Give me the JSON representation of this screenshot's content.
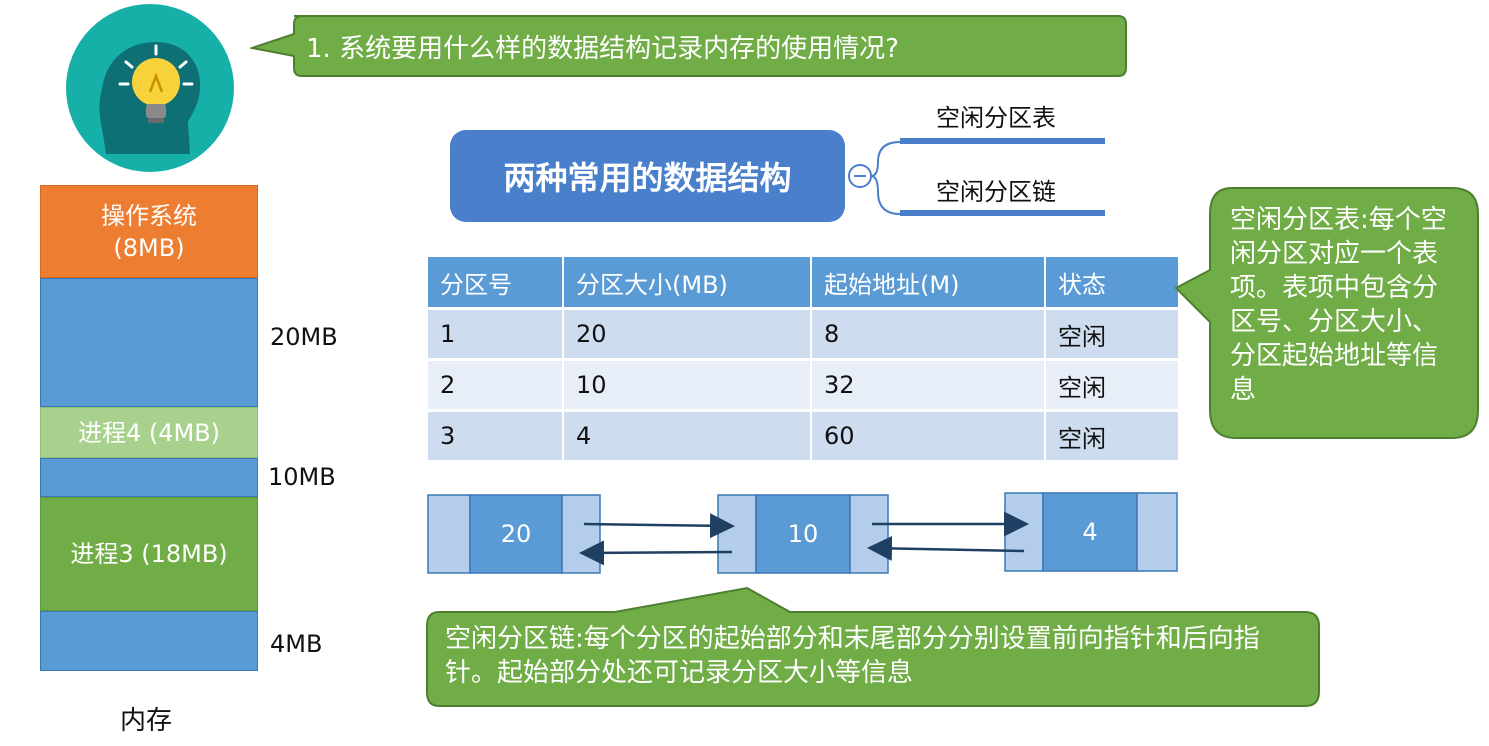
{
  "question": "1. 系统要用什么样的数据结构记录内存的使用情况?",
  "memory": {
    "title": "内存",
    "os_block": "操作系统\n(8MB)",
    "process4": "进程4 (4MB)",
    "process3": "进程3 (18MB)",
    "free_sizes": [
      "20MB",
      "10MB",
      "4MB"
    ]
  },
  "mindmap": {
    "root": "两种常用的数据结构",
    "branches": [
      "空闲分区表",
      "空闲分区链"
    ]
  },
  "table": {
    "headers": [
      "分区号",
      "分区大小(MB)",
      "起始地址(M)",
      "状态"
    ],
    "rows": [
      [
        "1",
        "20",
        "8",
        "空闲"
      ],
      [
        "2",
        "10",
        "32",
        "空闲"
      ],
      [
        "3",
        "4",
        "60",
        "空闲"
      ]
    ]
  },
  "linked_list": {
    "nodes": [
      "20",
      "10",
      "4"
    ]
  },
  "callouts": {
    "table_note": "空闲分区表:每个空闲分区对应一个表项。表项中包含分区号、分区大小、分区起始地址等信息",
    "chain_note": "空闲分区链:每个分区的起始部分和末尾部分分别设置前向指针和后向指针。起始部分处还可记录分区大小等信息"
  },
  "colors": {
    "blue": "#5b9bd5",
    "green": "#70ad47",
    "orange": "#ed7d31",
    "light_green": "#a9d18e"
  }
}
